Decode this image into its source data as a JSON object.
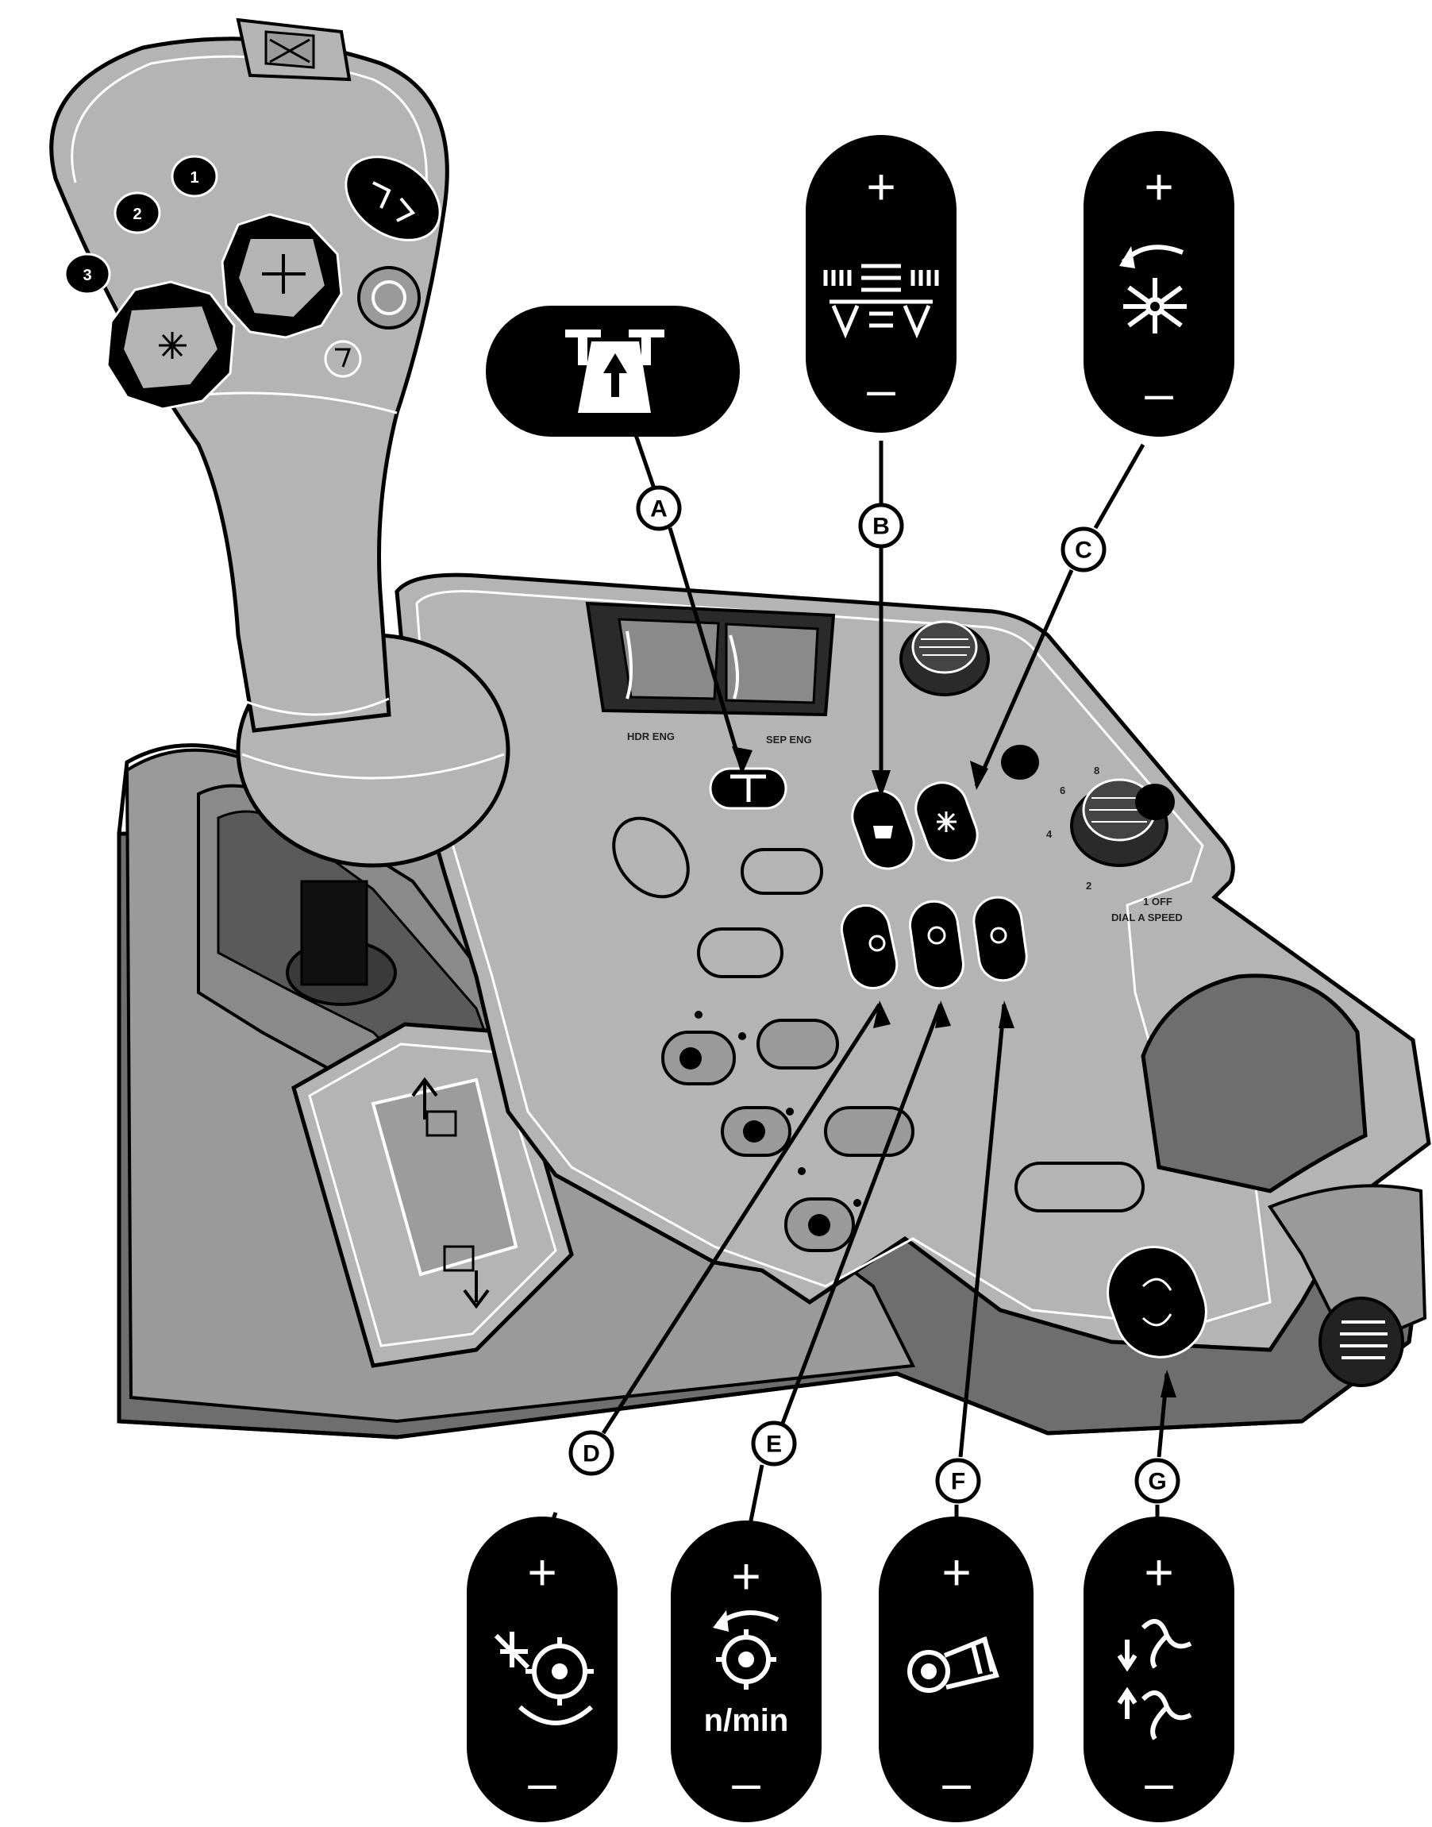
{
  "callouts": [
    {
      "id": "A",
      "symbol": "auto-header-height"
    },
    {
      "id": "B",
      "symbol": "header-reel-position"
    },
    {
      "id": "C",
      "symbol": "reel-speed"
    },
    {
      "id": "D",
      "symbol": "concave-clearance"
    },
    {
      "id": "E",
      "symbol": "rotor-speed"
    },
    {
      "id": "F",
      "symbol": "cleaning-fan-speed"
    },
    {
      "id": "G",
      "symbol": "spreader-speed"
    }
  ],
  "button_labels": {
    "plus": "+",
    "minus": "–",
    "rotor_unit": "n/min"
  },
  "joystick": {
    "numbers": [
      "1",
      "2",
      "3"
    ]
  },
  "panel_text": {
    "hdr_eng": "HDR ENG",
    "sep_eng": "SEP ENG",
    "dial_off": "1 OFF",
    "dial_a_speed": "DIAL A SPEED",
    "dial_numbers": [
      "2",
      "4",
      "6",
      "8"
    ]
  },
  "colors": {
    "panel": "#b4b4b4",
    "panel_dark": "#8a8a8a",
    "base_dark": "#6e6e6e",
    "button": "#000000",
    "line": "#000000"
  }
}
